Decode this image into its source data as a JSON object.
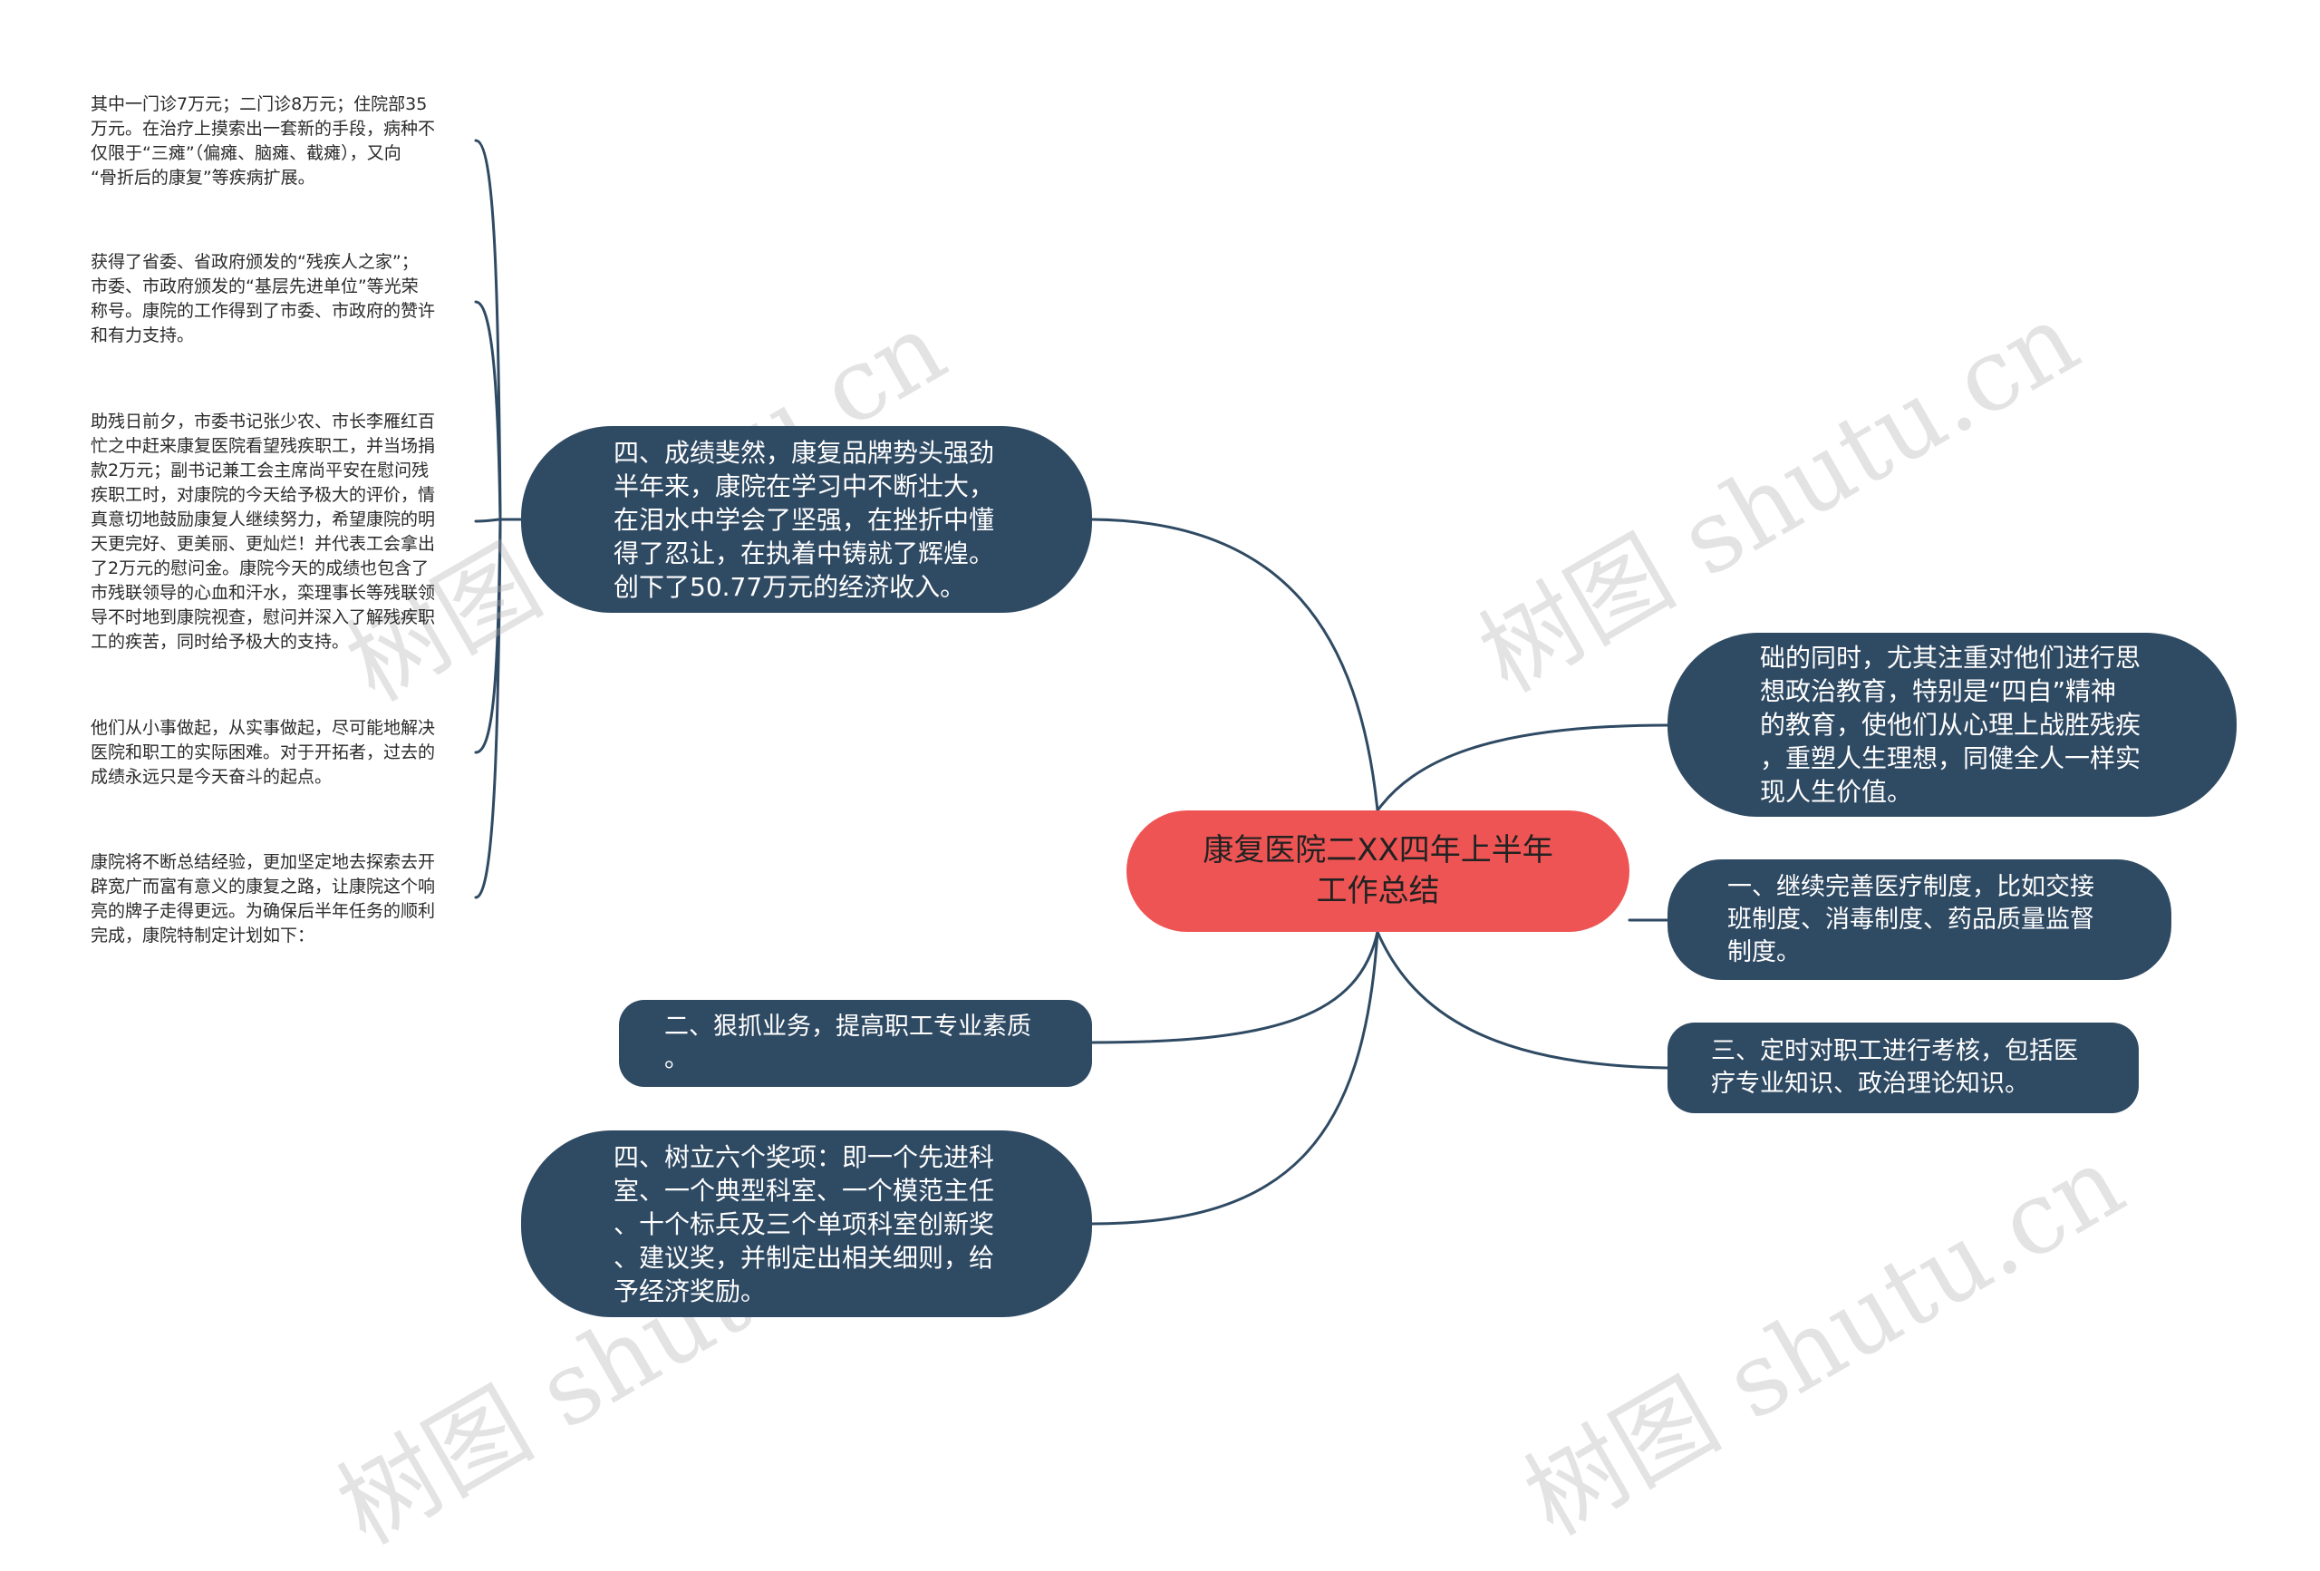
{
  "root": {
    "label": "康复医院二XX四年上半年\n工作总结"
  },
  "left_branches": [
    {
      "label": "四、成绩斐然，康复品牌势头强劲\n半年来，康院在学习中不断壮大，\n在泪水中学会了坚强，在挫折中懂\n得了忍让，在执着中铸就了辉煌。\n创下了50.77万元的经济收入。"
    },
    {
      "label": "二、狠抓业务，提高职工专业素质\n。"
    },
    {
      "label": "四、树立六个奖项：即一个先进科\n室、一个典型科室、一个模范主任\n、十个标兵及三个单项科室创新奖\n、建议奖，并制定出相关细则，给\n予经济奖励。"
    }
  ],
  "right_branches": [
    {
      "label": "础的同时，尤其注重对他们进行思\n想政治教育，特别是“四自”精神\n的教育，使他们从心理上战胜残疾\n，重塑人生理想，同健全人一样实\n现人生价值。"
    },
    {
      "label": "一、继续完善医疗制度，比如交接\n班制度、消毒制度、药品质量监督\n制度。"
    },
    {
      "label": "三、定时对职工进行考核，包括医\n疗专业知识、政治理论知识。"
    }
  ],
  "leaves": [
    {
      "text": "其中一门诊7万元；二门诊8万元；住院部35\n万元。在治疗上摸索出一套新的手段，病种不\n仅限于“三瘫”（偏瘫、脑瘫、截瘫），又向\n“骨折后的康复”等疾病扩展。"
    },
    {
      "text": "获得了省委、省政府颁发的“残疾人之家”；\n市委、市政府颁发的“基层先进单位”等光荣\n称号。康院的工作得到了市委、市政府的赞许\n和有力支持。"
    },
    {
      "text": "助残日前夕，市委书记张少农、市长李雁红百\n忙之中赶来康复医院看望残疾职工，并当场捐\n款2万元；副书记兼工会主席尚平安在慰问残\n疾职工时，对康院的今天给予极大的评价，情\n真意切地鼓励康复人继续努力，希望康院的明\n天更完好、更美丽、更灿烂！并代表工会拿出\n了2万元的慰问金。康院今天的成绩也包含了\n市残联领导的心血和汗水，栾理事长等残联领\n导不时地到康院视查，慰问并深入了解残疾职\n工的疾苦，同时给予极大的支持。"
    },
    {
      "text": "他们从小事做起，从实事做起，尽可能地解决\n医院和职工的实际困难。对于开拓者，过去的\n成绩永远只是今天奋斗的起点。"
    },
    {
      "text": "康院将不断总结经验，更加坚定地去探索去开\n辟宽广而富有意义的康复之路，让康院这个响\n亮的牌子走得更远。为确保后半年任务的顺利\n完成，康院特制定计划如下："
    }
  ],
  "watermark": "树图 shutu.cn",
  "colors": {
    "root_fill": "#ef5454",
    "node_fill": "#2f4a63",
    "line": "#2f4a63",
    "leaf_text": "#2b2b2b"
  }
}
